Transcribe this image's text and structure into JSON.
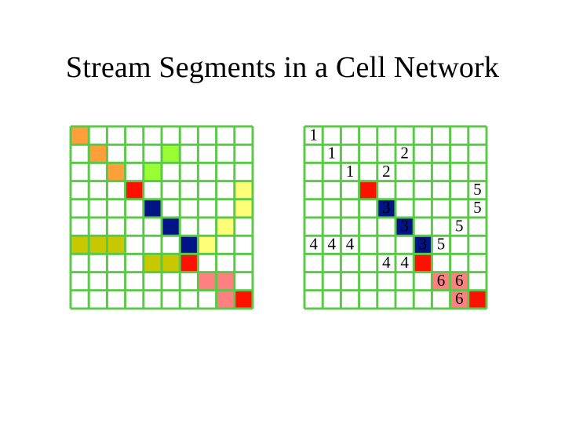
{
  "title": "Stream Segments in a Cell Network",
  "colors": {
    "grid_line": "#5cc84a",
    "background": "#ffffff",
    "orange": "#ff9f3a",
    "light_green": "#99ff33",
    "red": "#ff1100",
    "navy": "#001488",
    "light_yellow": "#ffff77",
    "olive": "#c8c800",
    "pink": "#ff8080"
  },
  "grid_size": 10,
  "left_grid": {
    "cells": [
      {
        "row": 0,
        "col": 0,
        "color": "orange"
      },
      {
        "row": 1,
        "col": 1,
        "color": "orange"
      },
      {
        "row": 2,
        "col": 2,
        "color": "orange"
      },
      {
        "row": 1,
        "col": 5,
        "color": "light_green"
      },
      {
        "row": 2,
        "col": 4,
        "color": "light_green"
      },
      {
        "row": 3,
        "col": 3,
        "color": "red"
      },
      {
        "row": 4,
        "col": 4,
        "color": "navy"
      },
      {
        "row": 5,
        "col": 5,
        "color": "navy"
      },
      {
        "row": 6,
        "col": 6,
        "color": "navy"
      },
      {
        "row": 3,
        "col": 9,
        "color": "light_yellow"
      },
      {
        "row": 4,
        "col": 9,
        "color": "light_yellow"
      },
      {
        "row": 5,
        "col": 8,
        "color": "light_yellow"
      },
      {
        "row": 6,
        "col": 7,
        "color": "light_yellow"
      },
      {
        "row": 6,
        "col": 0,
        "color": "olive"
      },
      {
        "row": 6,
        "col": 1,
        "color": "olive"
      },
      {
        "row": 6,
        "col": 2,
        "color": "olive"
      },
      {
        "row": 7,
        "col": 4,
        "color": "olive"
      },
      {
        "row": 7,
        "col": 5,
        "color": "olive"
      },
      {
        "row": 7,
        "col": 6,
        "color": "red"
      },
      {
        "row": 8,
        "col": 7,
        "color": "pink"
      },
      {
        "row": 8,
        "col": 8,
        "color": "pink"
      },
      {
        "row": 9,
        "col": 8,
        "color": "pink"
      },
      {
        "row": 9,
        "col": 9,
        "color": "red"
      }
    ]
  },
  "right_grid": {
    "cells": [
      {
        "row": 3,
        "col": 3,
        "color": "red"
      },
      {
        "row": 4,
        "col": 4,
        "color": "navy"
      },
      {
        "row": 5,
        "col": 5,
        "color": "navy"
      },
      {
        "row": 6,
        "col": 6,
        "color": "navy"
      },
      {
        "row": 7,
        "col": 6,
        "color": "red"
      },
      {
        "row": 8,
        "col": 7,
        "color": "pink"
      },
      {
        "row": 8,
        "col": 8,
        "color": "pink"
      },
      {
        "row": 9,
        "col": 8,
        "color": "pink"
      },
      {
        "row": 9,
        "col": 9,
        "color": "red"
      }
    ],
    "labels": [
      {
        "row": 0,
        "col": 0,
        "text": "1"
      },
      {
        "row": 1,
        "col": 1,
        "text": "1"
      },
      {
        "row": 2,
        "col": 2,
        "text": "1"
      },
      {
        "row": 1,
        "col": 5,
        "text": "2"
      },
      {
        "row": 2,
        "col": 4,
        "text": "2"
      },
      {
        "row": 4,
        "col": 4,
        "text": "3"
      },
      {
        "row": 5,
        "col": 5,
        "text": "3"
      },
      {
        "row": 6,
        "col": 6,
        "text": "3"
      },
      {
        "row": 3,
        "col": 9,
        "text": "5"
      },
      {
        "row": 4,
        "col": 9,
        "text": "5"
      },
      {
        "row": 5,
        "col": 8,
        "text": "5"
      },
      {
        "row": 6,
        "col": 7,
        "text": "5"
      },
      {
        "row": 6,
        "col": 0,
        "text": "4"
      },
      {
        "row": 6,
        "col": 1,
        "text": "4"
      },
      {
        "row": 6,
        "col": 2,
        "text": "4"
      },
      {
        "row": 7,
        "col": 4,
        "text": "4"
      },
      {
        "row": 7,
        "col": 5,
        "text": "4"
      },
      {
        "row": 8,
        "col": 7,
        "text": "6"
      },
      {
        "row": 8,
        "col": 8,
        "text": "6"
      },
      {
        "row": 9,
        "col": 8,
        "text": "6"
      }
    ]
  }
}
